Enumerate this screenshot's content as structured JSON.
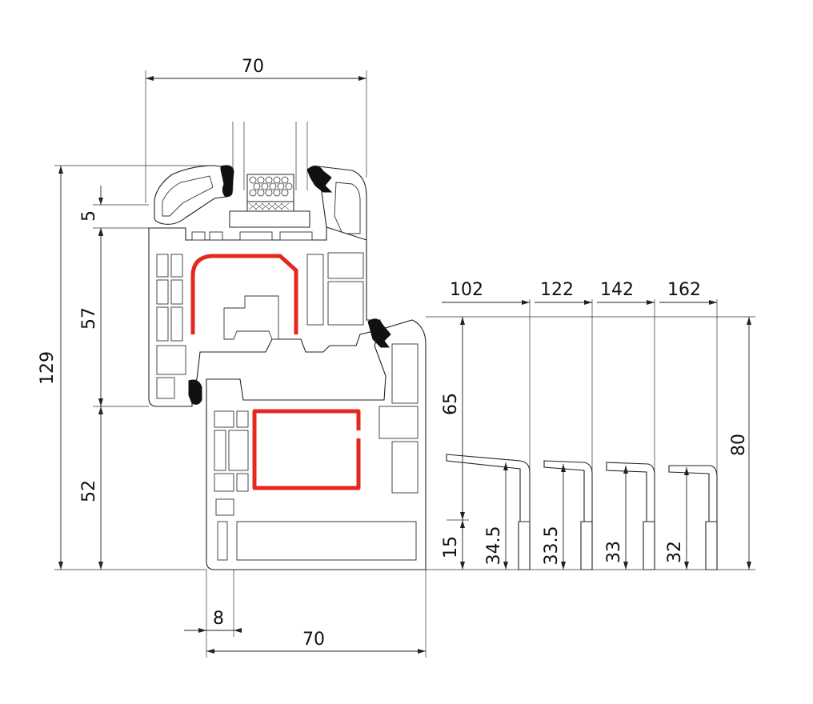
{
  "dimensions": {
    "top_width": "70",
    "bottom_width": "70",
    "overlap": "8",
    "total_height": "129",
    "seal_gap": "5",
    "sash_height": "57",
    "frame_height": "52",
    "sill_height_main": "65",
    "sill_step": "15",
    "sill_overall": "80"
  },
  "sill_widths": [
    "102",
    "122",
    "142",
    "162"
  ],
  "sill_heights": [
    "34.5",
    "33.5",
    "33",
    "32"
  ],
  "colors": {
    "reinforcement": "#e4271f",
    "gasket": "#111111",
    "line": "#222222"
  }
}
